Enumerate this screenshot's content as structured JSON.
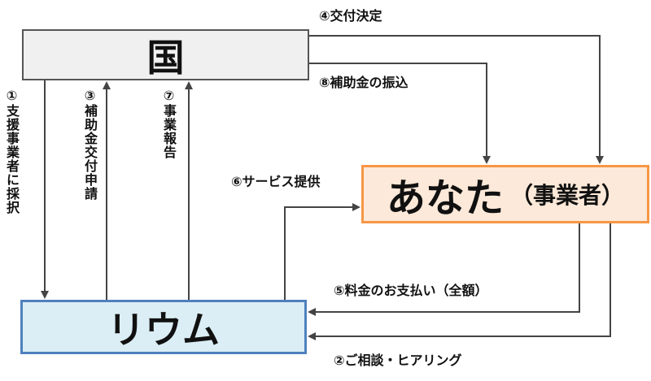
{
  "boxes": {
    "kuni": "国",
    "anata": "あなた",
    "anata_sub": "（事業者）",
    "rium": "リウム"
  },
  "flows": {
    "f1": "①支援事業者に採択",
    "f2": "②ご相談・ヒアリング",
    "f3": "③補助金交付申請",
    "f4": "④交付決定",
    "f5": "⑤料金のお支払い（全額）",
    "f6": "⑥サービス提供",
    "f7": "⑦事業報告",
    "f8": "⑧補助金の振込"
  },
  "colors": {
    "arrow": "#444444",
    "kuni_fill": "#f0f0f0",
    "anata_fill": "#fde9d9",
    "anata_border": "#f79646",
    "rium_fill": "#dbeef5",
    "rium_border": "#4f81bd"
  }
}
